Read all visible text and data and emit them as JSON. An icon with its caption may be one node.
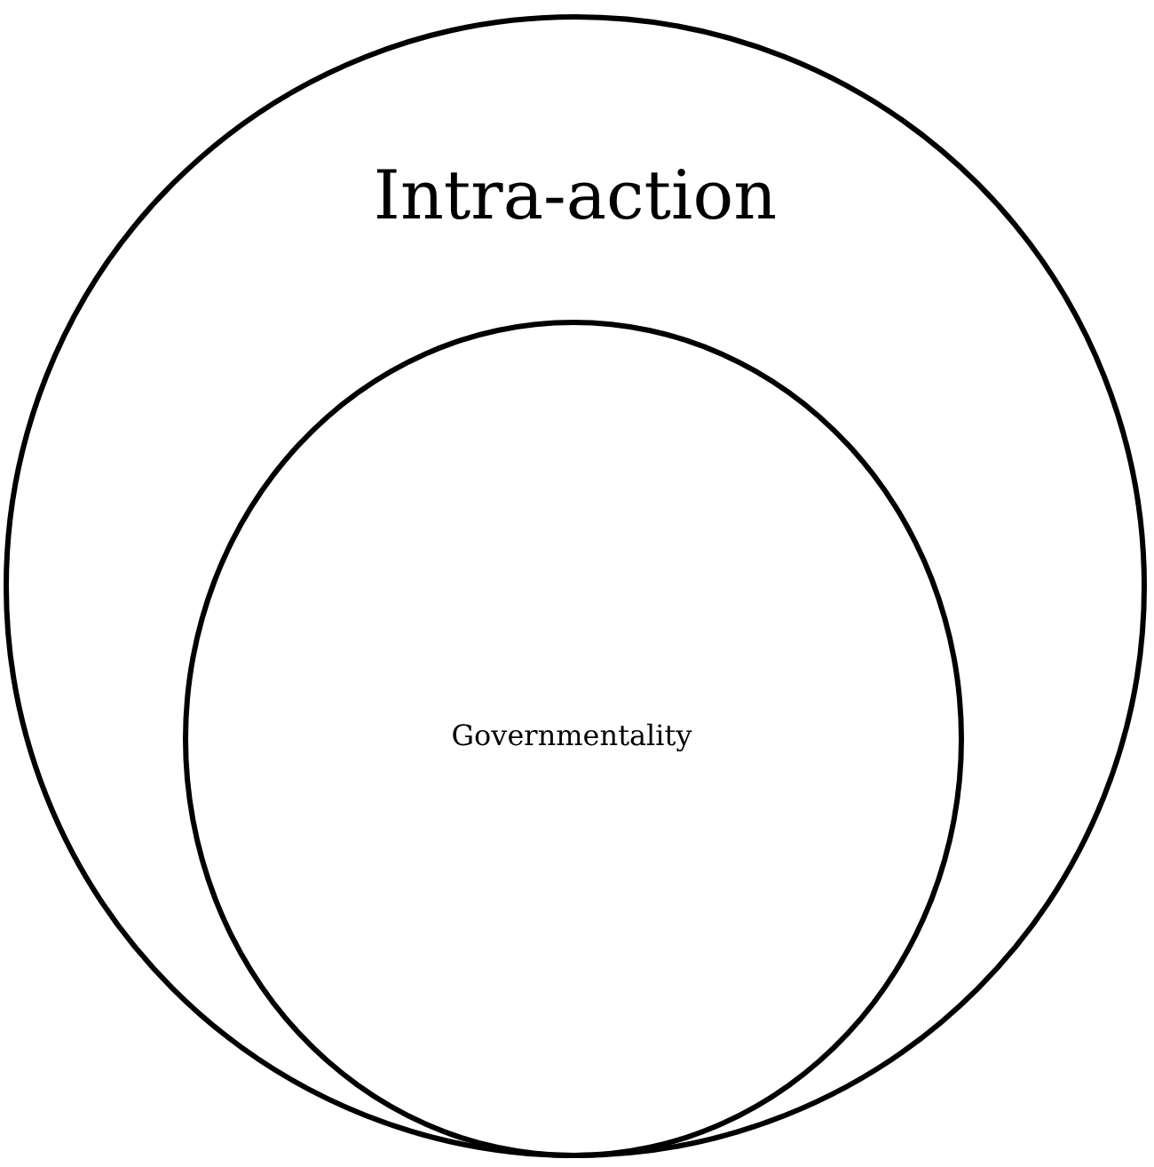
{
  "diagram": {
    "nodes": [
      {
        "text": [
          "Intra-action"
        ]
      },
      {
        "text": [
          "Governmentality"
        ],
        "in": 0
      }
    ]
  }
}
